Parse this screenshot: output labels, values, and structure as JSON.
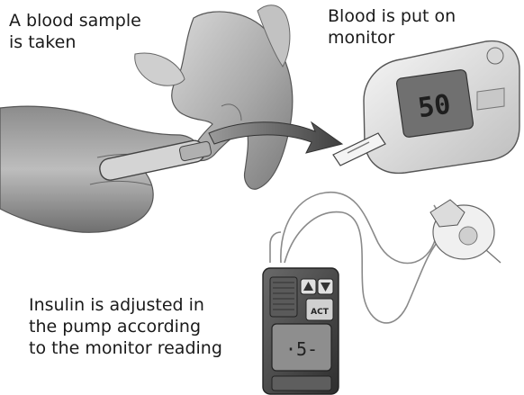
{
  "captions": {
    "sample": {
      "lines": [
        "A blood sample",
        "is taken"
      ]
    },
    "monitor": {
      "lines": [
        "Blood is put on",
        "monitor"
      ]
    },
    "pump": {
      "lines": [
        "Insulin is adjusted in",
        "the pump according",
        "to the monitor reading"
      ]
    }
  },
  "monitor_display": {
    "reading": "50"
  },
  "pump_display": {
    "reading": "·5-"
  },
  "pump_buttons": {
    "label": "ACT"
  },
  "colors": {
    "background": "#ffffff",
    "text": "#1a1a1a",
    "skin": "#b8b8b8",
    "device_body": "#e6e6e6",
    "screen": "#6e6e6e",
    "pump_body": "#4a4a4a",
    "arrow": "#555555"
  }
}
